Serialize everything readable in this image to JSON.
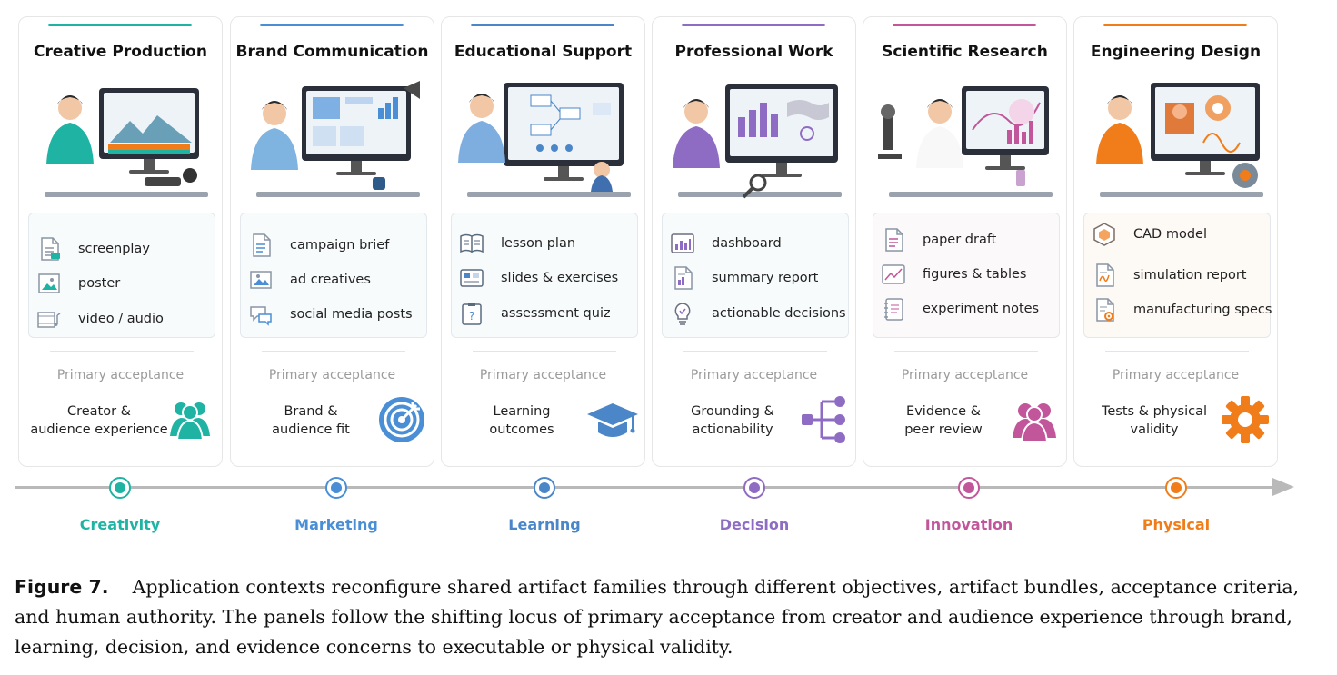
{
  "panels": [
    {
      "title": "Creative Production",
      "color": "#1fb3a3",
      "illustration_icon": "video-editing-illustration",
      "artifacts": [
        {
          "label": "screenplay",
          "icon": "script-document-icon"
        },
        {
          "label": "poster",
          "icon": "image-frame-icon"
        },
        {
          "label": "video / audio",
          "icon": "film-strip-music-icon"
        }
      ],
      "acceptance_label": "Primary acceptance",
      "acceptance_line1": "Creator &",
      "acceptance_line2": "audience experience",
      "acceptance_icon": "people-group-icon",
      "context": "Creativity"
    },
    {
      "title": "Brand Communication",
      "color": "#4a8fd6",
      "illustration_icon": "marketing-dashboard-illustration",
      "artifacts": [
        {
          "label": "campaign brief",
          "icon": "brief-document-icon"
        },
        {
          "label": "ad creatives",
          "icon": "ad-image-icon"
        },
        {
          "label": "social media posts",
          "icon": "chat-bubbles-icon"
        }
      ],
      "acceptance_label": "Primary acceptance",
      "acceptance_line1": "Brand &",
      "acceptance_line2": "audience fit",
      "acceptance_icon": "target-bullseye-icon",
      "context": "Marketing"
    },
    {
      "title": "Educational Support",
      "color": "#4a86c8",
      "illustration_icon": "teaching-illustration",
      "artifacts": [
        {
          "label": "lesson plan",
          "icon": "open-book-icon"
        },
        {
          "label": "slides & exercises",
          "icon": "slides-icon"
        },
        {
          "label": "assessment quiz",
          "icon": "quiz-clipboard-icon"
        }
      ],
      "acceptance_label": "Primary acceptance",
      "acceptance_line1": "Learning",
      "acceptance_line2": "outcomes",
      "acceptance_icon": "graduation-cap-icon",
      "context": "Learning"
    },
    {
      "title": "Professional Work",
      "color": "#8f6cc4",
      "illustration_icon": "analytics-illustration",
      "artifacts": [
        {
          "label": "dashboard",
          "icon": "dashboard-chart-icon"
        },
        {
          "label": "summary report",
          "icon": "report-document-icon"
        },
        {
          "label": "actionable decisions",
          "icon": "lightbulb-icon"
        }
      ],
      "acceptance_label": "Primary acceptance",
      "acceptance_line1": "Grounding &",
      "acceptance_line2": "actionability",
      "acceptance_icon": "decision-tree-icon",
      "context": "Decision"
    },
    {
      "title": "Scientific Research",
      "color": "#c2569a",
      "illustration_icon": "laboratory-illustration",
      "artifacts": [
        {
          "label": "paper draft",
          "icon": "paper-document-icon"
        },
        {
          "label": "figures & tables",
          "icon": "figure-chart-icon"
        },
        {
          "label": "experiment notes",
          "icon": "notebook-icon"
        }
      ],
      "acceptance_label": "Primary acceptance",
      "acceptance_line1": "Evidence &",
      "acceptance_line2": "peer review",
      "acceptance_icon": "peers-group-icon",
      "context": "Innovation"
    },
    {
      "title": "Engineering Design",
      "color": "#f07d1a",
      "illustration_icon": "cad-engineering-illustration",
      "artifacts": [
        {
          "label": "CAD model",
          "icon": "hexagon-cube-icon"
        },
        {
          "label": "simulation report",
          "icon": "simulation-document-icon"
        },
        {
          "label": "manufacturing specs",
          "icon": "spec-gear-document-icon"
        }
      ],
      "acceptance_label": "Primary acceptance",
      "acceptance_line1": "Tests & physical",
      "acceptance_line2": "validity",
      "acceptance_icon": "gear-icon",
      "context": "Physical"
    }
  ],
  "caption": {
    "figure_label": "Figure 7.",
    "text": "Application contexts reconfigure shared artifact families through different objectives, artifact bundles, acceptance criteria, and human authority. The panels follow the shifting locus of primary acceptance from creator and audience experience through brand, learning, decision, and evidence concerns to executable or physical validity."
  }
}
